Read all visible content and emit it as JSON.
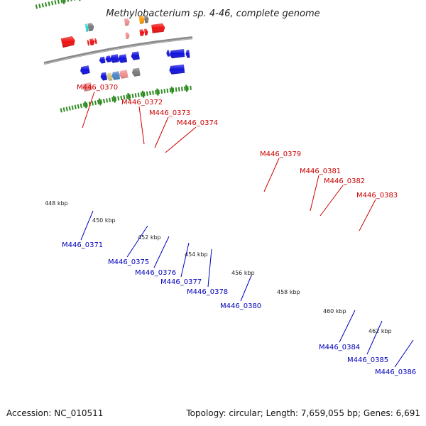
{
  "title": "Methylobacterium sp. 4-46, complete genome",
  "footer": {
    "accession": "Accession: NC_010511",
    "summary": "Topology: circular; Length: 7,659,055 bp; Genes: 6,691"
  },
  "colors": {
    "backbone": "#8a8a8a",
    "ticks": "#2e8b22",
    "label_forward": "#cc0000",
    "label_reverse": "#0000bb"
  },
  "scale_labels": [
    "448 kbp",
    "450 kbp",
    "452 kbp",
    "454 kbp",
    "456 kbp",
    "458 kbp",
    "460 kbp",
    "462 kbp"
  ],
  "genes": [
    {
      "id": "M446_0370",
      "strand": "forward",
      "color": "#ee1111",
      "labeled": true
    },
    {
      "id": "M446_0372",
      "strand": "forward",
      "color": "#22dddd",
      "labeled": true
    },
    {
      "id": "M446_0373",
      "strand": "forward",
      "color": "#7a7a7a",
      "labeled": true
    },
    {
      "id": "M446_0374",
      "strand": "forward",
      "color": "#ee1111",
      "labeled": true
    },
    {
      "id": "M446_0379",
      "strand": "forward",
      "color": "#f09090",
      "labeled": true
    },
    {
      "id": "M446_0381",
      "strand": "forward",
      "color": "#ff9900",
      "labeled": true
    },
    {
      "id": "M446_0382",
      "strand": "forward",
      "color": "#7a7a7a",
      "labeled": true
    },
    {
      "id": "M446_0383",
      "strand": "forward",
      "color": "#ee1111",
      "labeled": true
    },
    {
      "id": "M446_0371",
      "strand": "reverse",
      "color": "#f09090",
      "labeled": true
    },
    {
      "id": "M446_0375",
      "strand": "reverse",
      "color": "#1111dd",
      "labeled": true
    },
    {
      "id": "M446_0376",
      "strand": "reverse",
      "color": "#d8c87a",
      "labeled": true
    },
    {
      "id": "M446_0377",
      "strand": "reverse",
      "color": "#4a86c8",
      "labeled": true
    },
    {
      "id": "M446_0378",
      "strand": "reverse",
      "color": "#f09090",
      "labeled": true
    },
    {
      "id": "M446_0380",
      "strand": "reverse",
      "color": "#7a7a7a",
      "labeled": true
    },
    {
      "id": "M446_0384",
      "strand": "reverse",
      "color": "#1111dd",
      "labeled": true
    },
    {
      "id": "M446_0385",
      "strand": "reverse",
      "color": "#1111dd",
      "labeled": true
    },
    {
      "id": "M446_0386",
      "strand": "reverse",
      "color": "#8877dd",
      "labeled": true
    }
  ]
}
